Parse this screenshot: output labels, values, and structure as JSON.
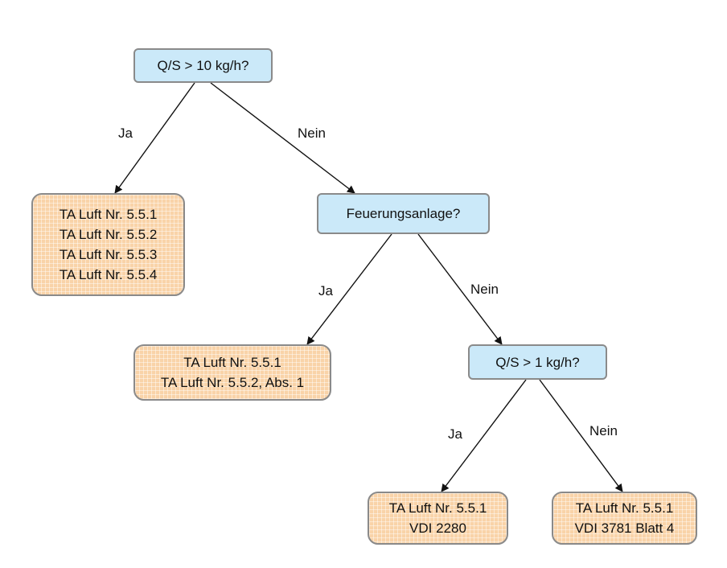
{
  "decisions": {
    "d1": "Q/S > 10 kg/h?",
    "d2": "Feuerungsanlage?",
    "d3": "Q/S > 1 kg/h?"
  },
  "results": {
    "r1": [
      "TA Luft Nr. 5.5.1",
      "TA Luft Nr. 5.5.2",
      "TA Luft Nr. 5.5.3",
      "TA Luft Nr. 5.5.4"
    ],
    "r2": [
      "TA Luft Nr. 5.5.1",
      "TA Luft Nr. 5.5.2, Abs. 1"
    ],
    "r3": [
      "TA Luft Nr. 5.5.1",
      "VDI 2280"
    ],
    "r4": [
      "TA Luft Nr. 5.5.1",
      "VDI 3781 Blatt 4"
    ]
  },
  "edge_labels": {
    "d1_yes": "Ja",
    "d1_no": "Nein",
    "d2_yes": "Ja",
    "d2_no": "Nein",
    "d3_yes": "Ja",
    "d3_no": "Nein"
  },
  "colors": {
    "decision_fill": "#cbe9f9",
    "result_fill": "#f9d3a8",
    "border": "#8a8a8a",
    "connector": "#111111"
  }
}
